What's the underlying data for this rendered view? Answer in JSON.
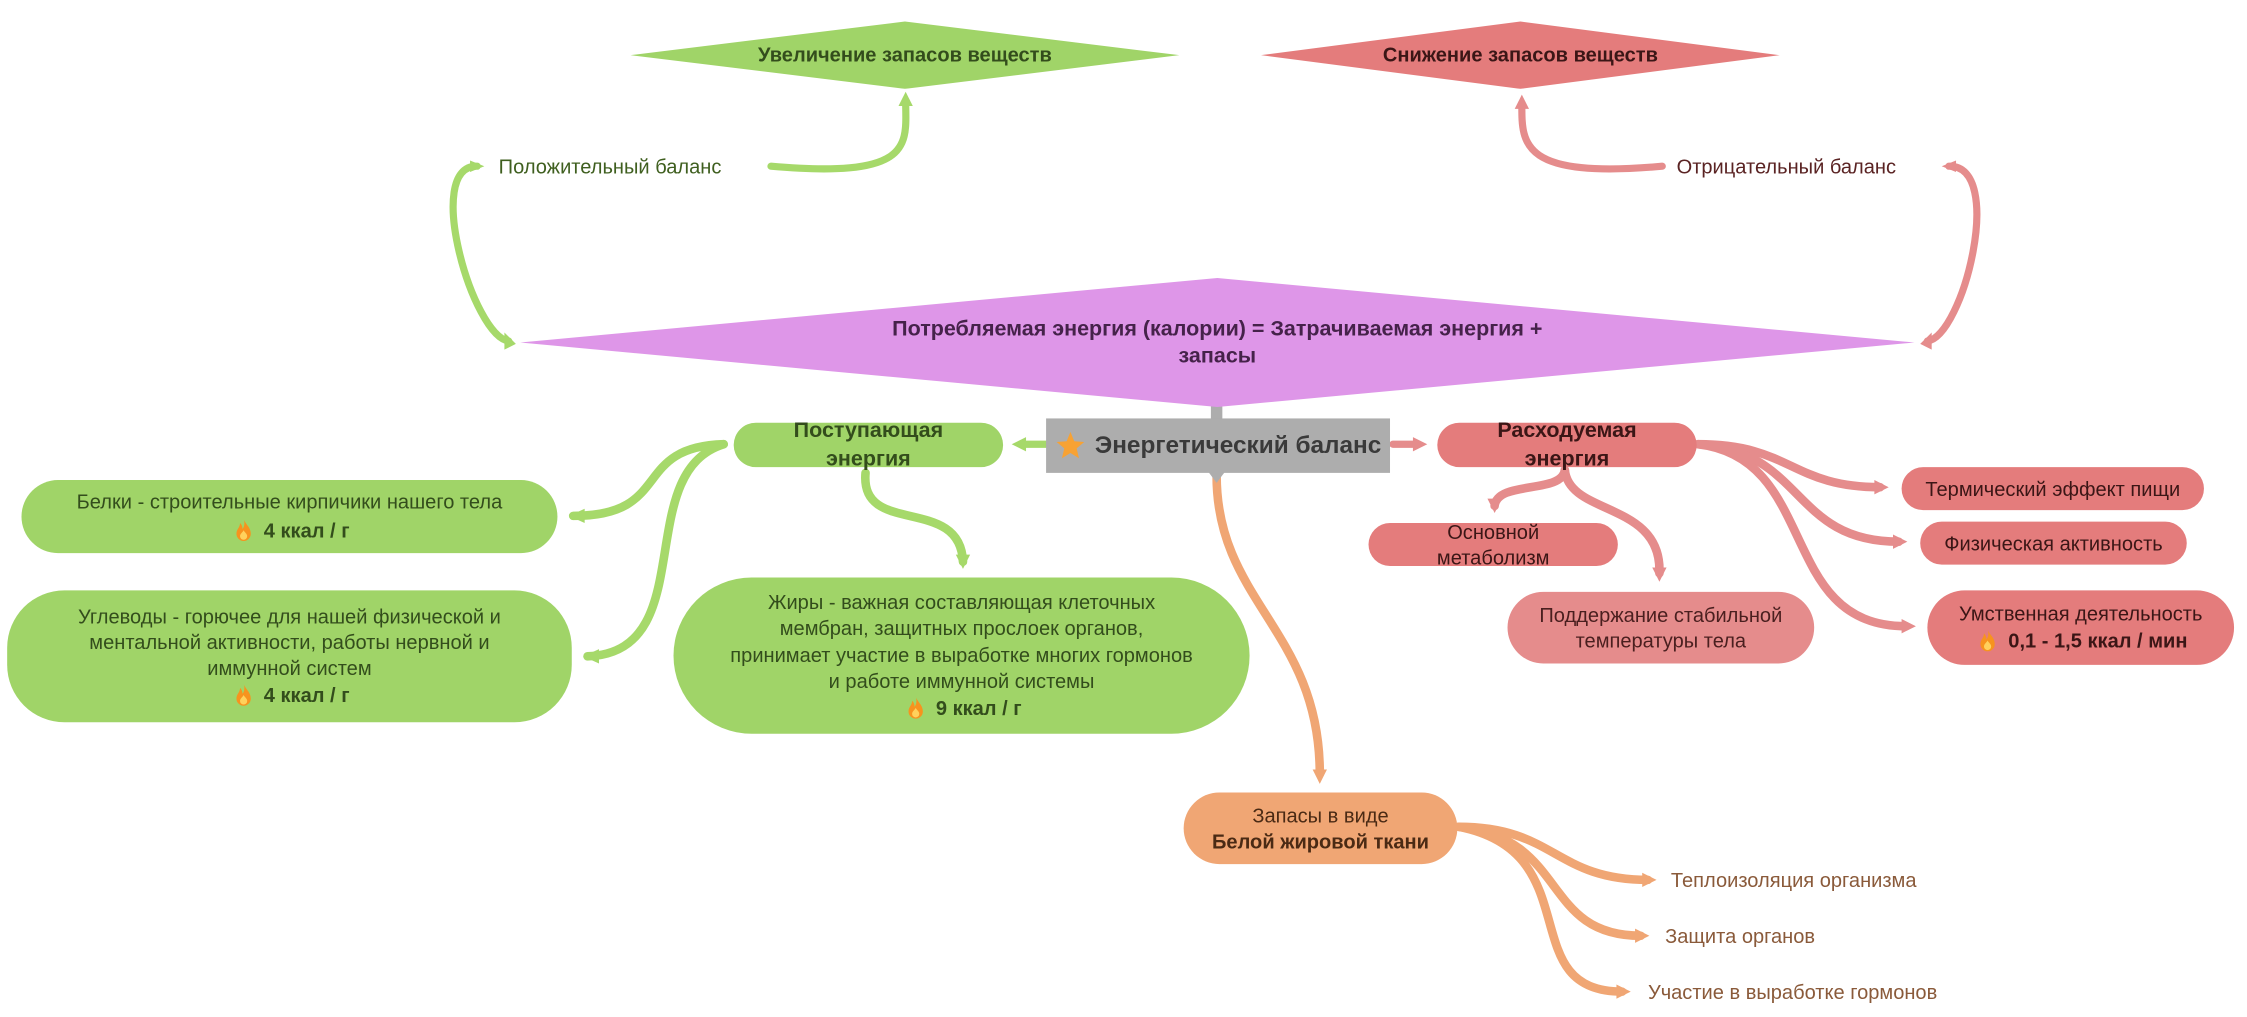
{
  "colors": {
    "green": "#a0d468",
    "green_link": "#a6d96a",
    "red": "#e58c8c",
    "red_dark": "#e47c7c",
    "orange": "#f0a674",
    "purple": "#de96e8",
    "gray": "#adadad",
    "star": "#f7a234"
  },
  "center": {
    "label": "Энергетический баланс",
    "icon": "star-icon"
  },
  "formula": {
    "line1": "Потребляемая энергия (калории) = Затрачиваемая энергия +",
    "line2": "запасы"
  },
  "increase": {
    "label": "Увеличение запасов веществ"
  },
  "decrease": {
    "label": "Снижение запасов веществ"
  },
  "positive_balance": "Положительный баланс",
  "negative_balance": "Отрицательный баланс",
  "incoming": {
    "label": "Поступающая энергия",
    "proteins": {
      "text": "Белки - строительные кирпичики нашего тела",
      "kcal": "4 ккал / г"
    },
    "carbs": {
      "line1": "Углеводы - горючее для нашей физической и",
      "line2": "ментальной активности, работы нервной и",
      "line3": "иммунной систем",
      "kcal": "4 ккал / г"
    },
    "fats": {
      "line1": "Жиры - важная составляющая клеточных",
      "line2": "мембран, защитных прослоек органов,",
      "line3": "принимает участие в выработке многих гормонов",
      "line4": "и работе иммунной системы",
      "kcal": "9 ккал / г"
    }
  },
  "expended": {
    "label": "Расходуемая энергия",
    "basal": "Основной метаболизм",
    "thermo": {
      "line1": "Поддержание стабильной",
      "line2": "температуры тела"
    },
    "thermic_effect": "Термический эффект пищи",
    "physical": "Физическая активность",
    "mental": {
      "text": "Умственная деятельность",
      "kcal": "0,1 - 1,5 ккал / мин"
    }
  },
  "storage": {
    "line1": "Запасы в виде",
    "line2": "Белой жировой ткани",
    "items": [
      "Теплоизоляция организма",
      "Защита органов",
      "Участие в выработке гормонов"
    ]
  }
}
